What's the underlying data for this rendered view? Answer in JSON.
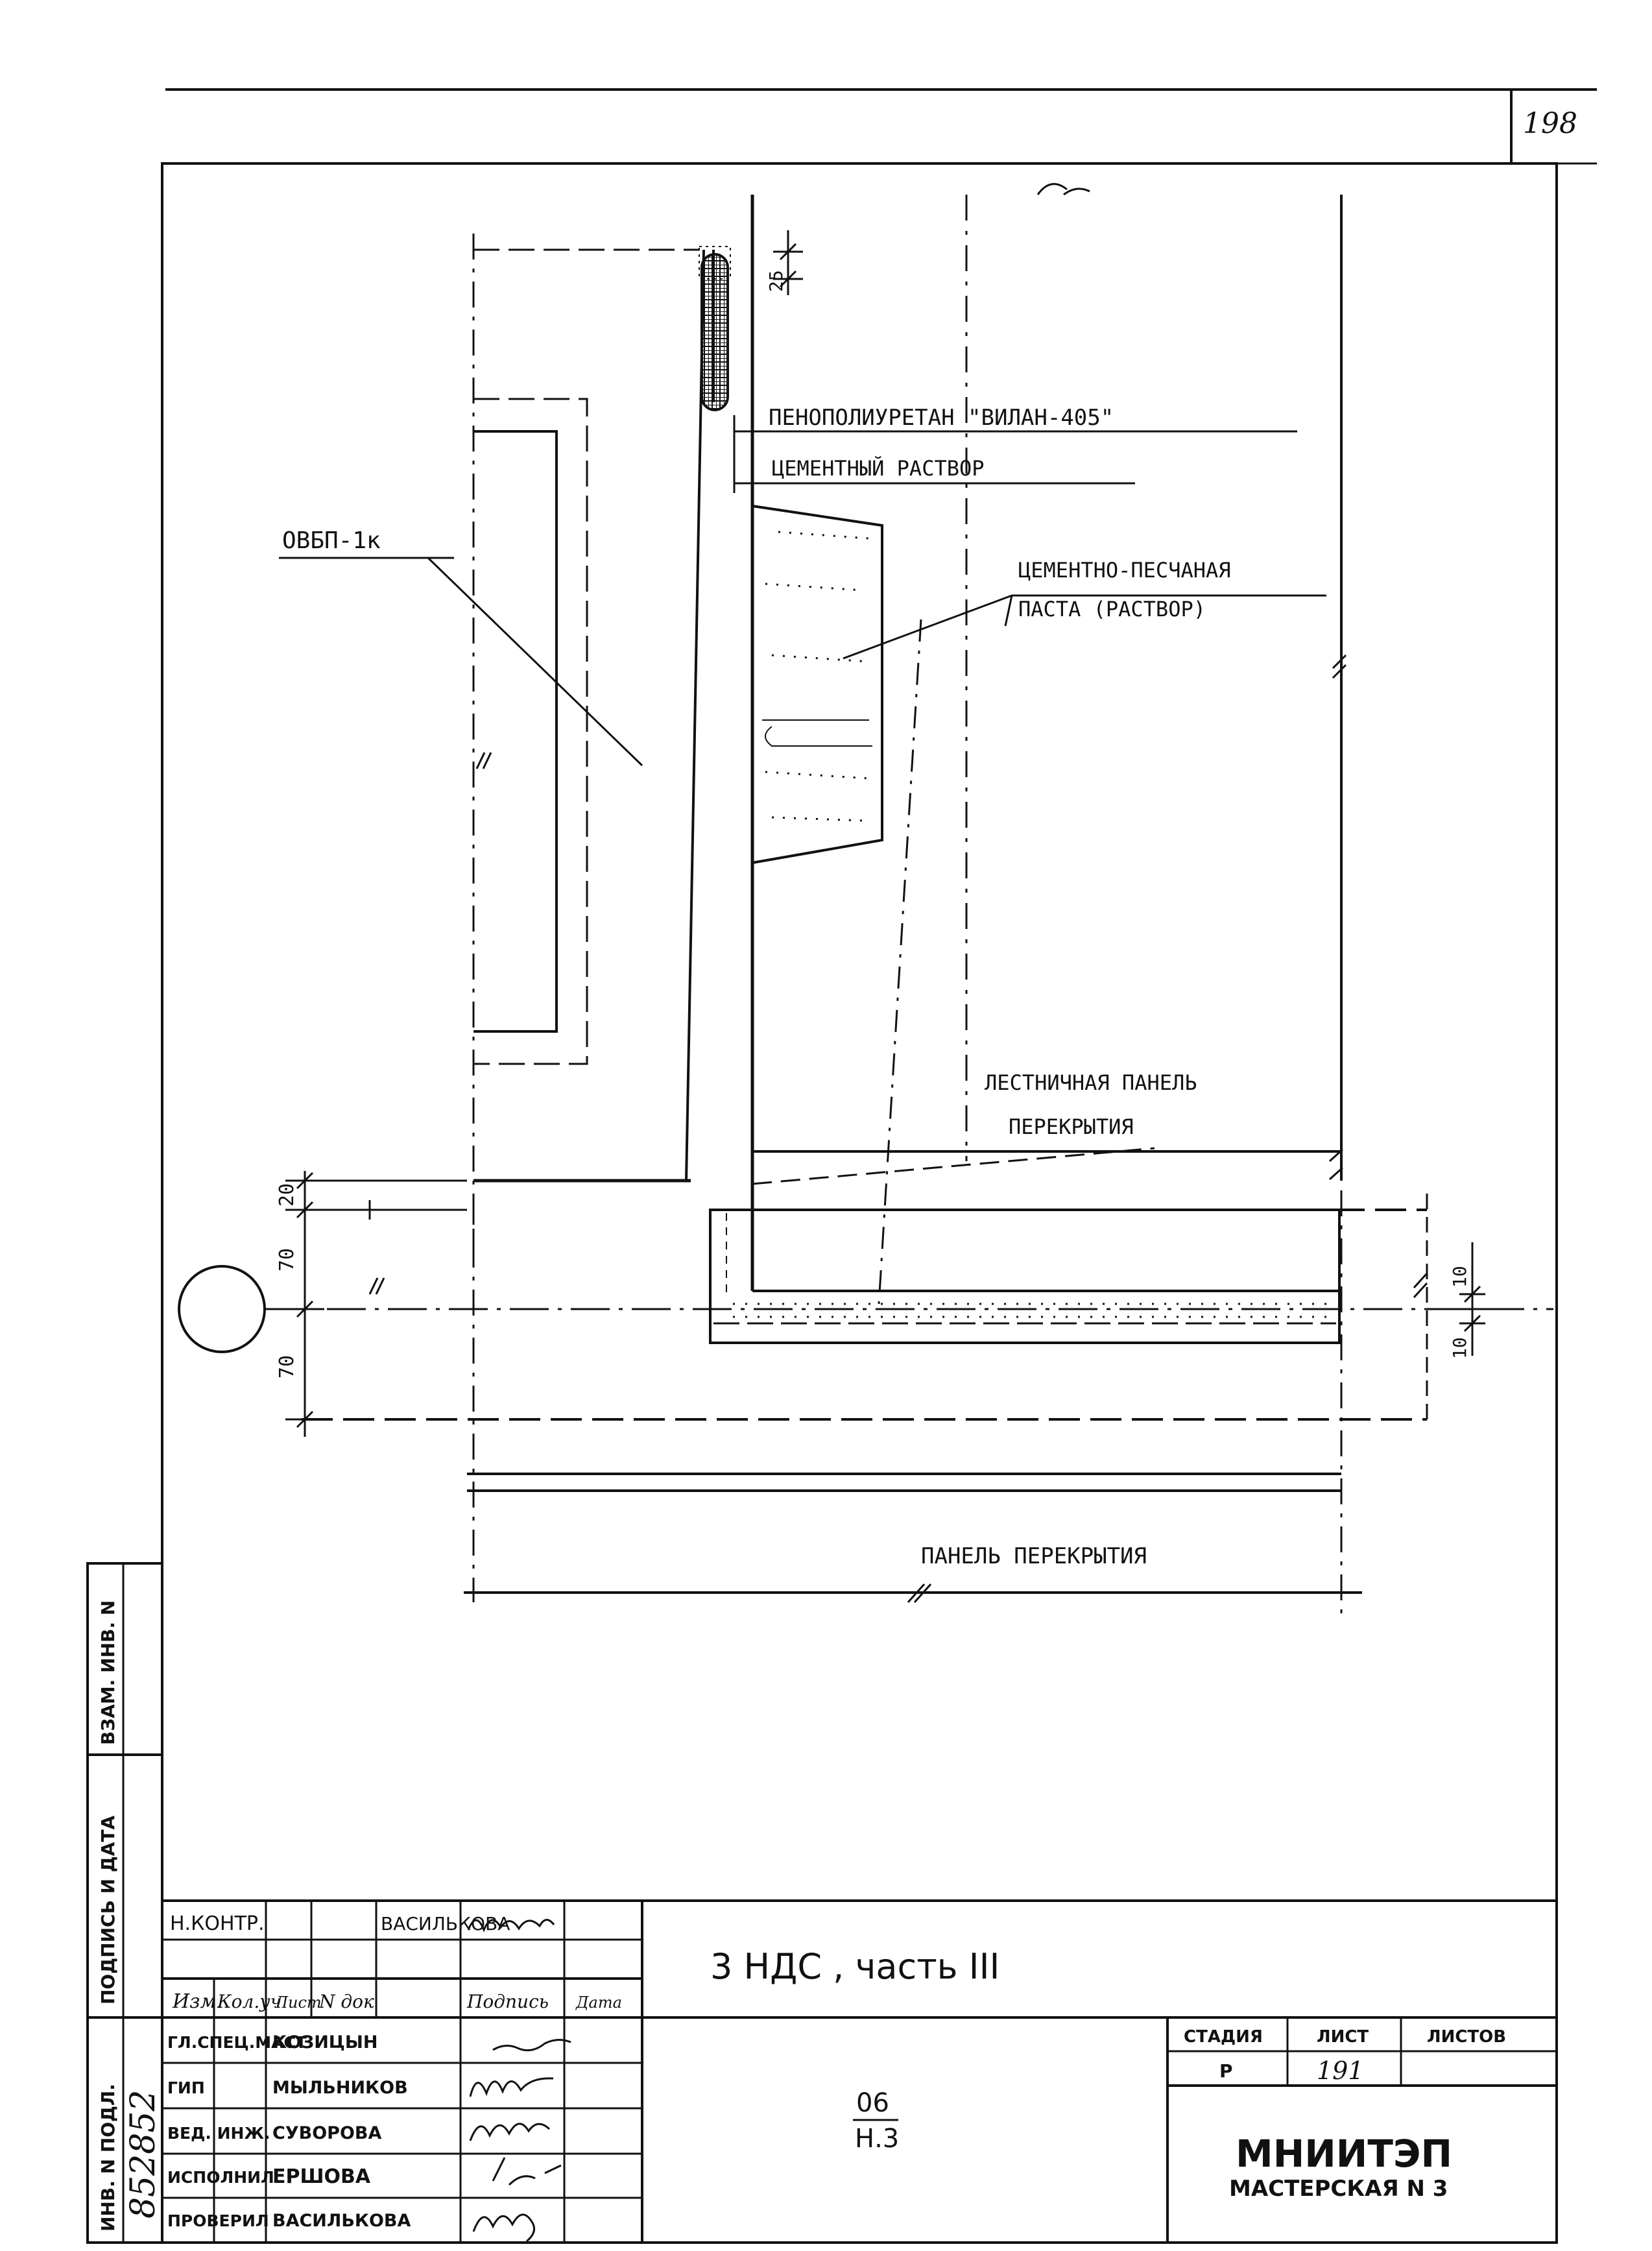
{
  "page_number": "198",
  "drawing": {
    "labels": {
      "foam": "ПЕНОПОЛИУРЕТАН \"ВИЛАН-405\"",
      "cement_mortar": "ЦЕМЕНТНЫЙ РАСТВОР",
      "paste_line1": "ЦЕМЕНТНО-ПЕСЧАНАЯ",
      "paste_line2": "ПАСТА (РАСТВОР)",
      "ovbp": "ОВБП-1к",
      "stair_line1": "ЛЕСТНИЧНАЯ ПАНЕЛЬ",
      "stair_line2": "ПЕРЕКРЫТИЯ",
      "floor_panel": "ПАНЕЛЬ ПЕРЕКРЫТИЯ"
    },
    "dimensions": {
      "top_gap": "25",
      "d20": "20",
      "d70_upper": "70",
      "d70_lower": "70",
      "d10_right": "10",
      "d10_bottom": "10"
    }
  },
  "side_stamp": {
    "inv_podl": "ИНВ. N ПОДЛ.",
    "podpis_data": "ПОДПИСЬ И ДАТА",
    "vzam_inv": "ВЗАМ. ИНВ. N",
    "inv_number": "852852"
  },
  "title_block": {
    "title": "3 НДС , часть III",
    "code_top": "06",
    "code_bottom": "Н.3",
    "nkontr": {
      "role": "Н.КОНТР.",
      "name": "ВАСИЛЬКОВА"
    },
    "headers": [
      "Изм.",
      "Кол.уч",
      "Лист",
      "N док",
      "Подпись",
      "Дата"
    ],
    "rows": [
      {
        "role": "ГЛ.СПЕЦ.МАСТ",
        "name": "КОЗИЦЫН"
      },
      {
        "role": "ГИП",
        "name": "МЫЛЬНИКОВ"
      },
      {
        "role": "ВЕД. ИНЖ.",
        "name": "СУВОРОВА"
      },
      {
        "role": "ИСПОЛНИЛ",
        "name": "ЕРШОВА"
      },
      {
        "role": "ПРОВЕРИЛ",
        "name": "ВАСИЛЬКОВА"
      }
    ],
    "stage_header": "СТАДИЯ",
    "sheet_header": "ЛИСТ",
    "sheets_header": "ЛИСТОВ",
    "stage_value": "Р",
    "sheet_value": "191",
    "org_name": "МНИИТЭП",
    "workshop": "МАСТЕРСКАЯ N 3"
  }
}
